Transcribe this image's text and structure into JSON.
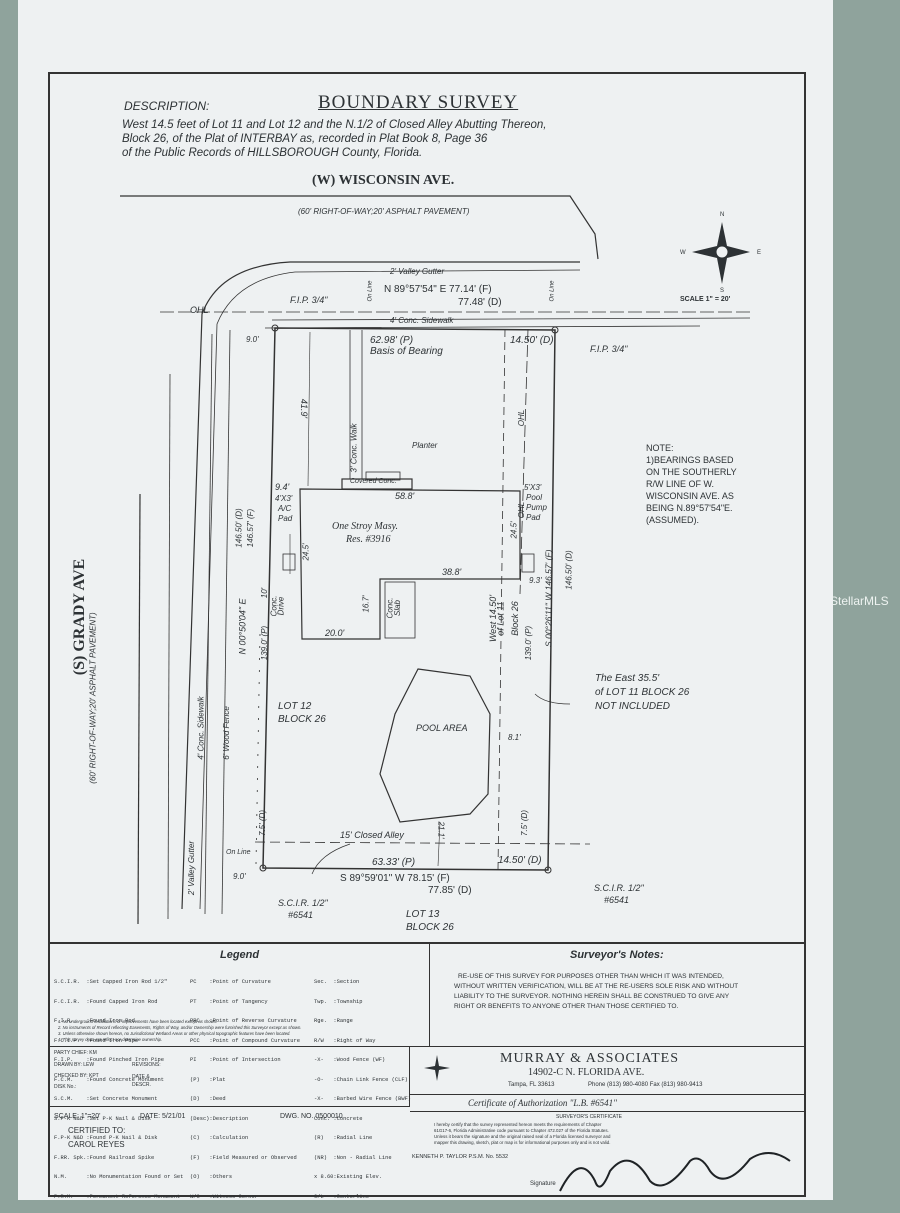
{
  "header": {
    "description_label": "DESCRIPTION:",
    "title": "BOUNDARY SURVEY",
    "legal_line1": "West 14.5 feet of Lot 11 and Lot 12 and the N.1/2 of Closed Alley Abutting Thereon,",
    "legal_line2": "Block 26, of the Plat of INTERBAY as, recorded in Plat Book 8, Page 36",
    "legal_line3": "of the Public Records of HILLSBOROUGH County, Florida."
  },
  "streets": {
    "wisconsin": "(W) WISCONSIN AVE.",
    "wisconsin_row": "(60' RIGHT-OF-WAY;20' ASPHALT PAVEMENT)",
    "valley_gutter_top": "2' Valley Gutter",
    "grady": "(S) GRADY AVE",
    "grady_row": "(60' RIGHT-OF-WAY;20' ASPHALT PAVEMENT)",
    "grady_sidewalk": "4' Conc. Sidewalk",
    "grady_gutter": "2' Valley Gutter"
  },
  "compass": {
    "n": "N",
    "s": "S",
    "e": "E",
    "w": "W",
    "scale": "SCALE 1\" = 20'"
  },
  "plan": {
    "north_bearing": "N 89°57'54\" E  77.14' (F)",
    "north_dist_d": "77.48' (D)",
    "fip_left": "F.I.P. 3/4\"",
    "fip_right": "F.I.P. 3/4\"",
    "on_line_top": "On Line",
    "on_line_top2": "On Line",
    "ohl": "OHL",
    "sidewalk_top": "4' Conc. Sidewalk",
    "dim_9_0_top": "9.0'",
    "dim_6298": "62.98' (P)",
    "basis": "Basis of Bearing",
    "dim_1450_top": "14.50' (D)",
    "dim_41_9": "41.9'",
    "conc_walk": "3' Conc. Walk",
    "planter": "Planter",
    "covered_conc": "Covered Conc.",
    "dim_9_4": "9.4'",
    "ac_pad": "4'X3'",
    "ac_pad2": "A/C",
    "ac_pad3": "Pad",
    "dim_58_8": "58.8'",
    "pump_pad": "5'X3'",
    "pump_pad2": "Pool",
    "pump_pad3": "Pump",
    "pump_pad4": "Pad",
    "house1": "One Stroy Masy.",
    "house2": "Res. #3916",
    "dim_24_5a": "24.5'",
    "dim_24_5b": "24.5'",
    "dim_38_8": "38.8'",
    "dim_9_3": "9.3'",
    "drive1": "10'",
    "drive2": "Conc.",
    "drive3": "Drive",
    "dim_16_7": "16.7'",
    "conc_slab1": "Conc.",
    "conc_slab2": "Slab",
    "dim_20_0": "20.0'",
    "west_bearing": "N 00°50'04\" E",
    "west_d": "146.50' (D)",
    "west_f": "146.57' (F)",
    "west_p": "139.0' (P)",
    "east_bearing": "S 00°26'11\" W  146.57' (F)",
    "east_d": "146.50' (D)",
    "east_p": "139.0' (P)",
    "west1450_1": "West 14.50'",
    "west1450_2": "of Lot 11",
    "west1450_3": "Block 26",
    "ohl_v1": "OHL",
    "ohl_v2": "OHL",
    "lot12_1": "LOT 12",
    "lot12_2": "BLOCK 26",
    "pool": "POOL AREA",
    "dim_8_1": "8.1'",
    "wood_fence": "6' Wood Fence",
    "dim_21_1": "21.1'",
    "dim_7_5_l": "7.5' (D)",
    "dim_7_5_r": "7.5' (D)",
    "closed_alley": "15' Closed Alley",
    "on_line_bottom": "On Line",
    "dim_9_0_bottom": "9.0'",
    "dim_6333": "63.33' (P)",
    "dim_1450_bottom": "14.50' (D)",
    "south_bearing": "S 89°59'01\" W  78.15' (F)",
    "south_d": "77.85' (D)",
    "scir_left1": "S.C.I.R. 1/2\"",
    "scir_left2": "#6541",
    "scir_right1": "S.C.I.R. 1/2\"",
    "scir_right2": "#6541",
    "lot13_1": "LOT 13",
    "lot13_2": "BLOCK 26",
    "east_note1": "The East 35.5'",
    "east_note2": "of LOT 11 BLOCK 26",
    "east_note3": "NOT INCLUDED"
  },
  "note": {
    "title": "NOTE:",
    "lines": [
      "1)BEARINGS BASED",
      "ON THE SOUTHERLY",
      "R/W LINE OF W.",
      "WISCONSIN AVE. AS",
      "BEING N.89°57'54\"E.",
      "(ASSUMED)."
    ]
  },
  "legend": {
    "title": "Legend",
    "col1": [
      "S.C.I.R.  :Set Capped Iron Rod 1/2\"",
      "F.C.I.R.  :Found Capped Iron Rod",
      "F.I.R.    :Found Iron Rod",
      "F.C.I.P.  :Found Iron Pipe",
      "F.I.P.    :Found Pinched Iron Pipe",
      "F.C.M.    :Found Concrete Monument",
      "S.C.M.    :Set Concrete Monument",
      "S.P-K N&D :Set P-K Nail & Disk",
      "F.P-K N&D :Found P-K Nail & Disk",
      "F.RR. Spk.:Found Railroad Spike",
      "N.M.      :No Monumentation Found or Set",
      "P.R.M.    :Permanent Reference Monument"
    ],
    "col2": [
      "PC    :Point of Curvature",
      "PT    :Point of Tangency",
      "PRC   :Point of Reverse Curvature",
      "PCC   :Point of Compound Curvature",
      "PI    :Point of Intersection",
      "(P)   :Plat",
      "(D)   :Deed",
      "(Desc):Description",
      "(C)   :Calculation",
      "(F)   :Field Measured or Observed",
      "(O)   :Others",
      "W/C   :Witness Corner"
    ],
    "col3": [
      "Sec.  :Section",
      "Twp.  :Township",
      "Rge.  :Range",
      "R/W   :Right of Way",
      "-X-   :Wood Fence (WF)",
      "-O-   :Chain Link Fence (CLF)",
      "-X-   :Barbed Wire Fence (BWF)",
      "Conc. :Concrete",
      "(R)   :Radial Line",
      "(NR)  :Non - Radial Line",
      "x 8.60:Existing Elev.",
      "C/L   :Centerline"
    ]
  },
  "surveyor_notes": {
    "title": "Surveyor's Notes:",
    "reuse1": "RE-USE OF THIS SURVEY FOR PURPOSES OTHER THAN WHICH IT WAS INTENDED,",
    "reuse2": "WITHOUT WRITTEN VERIFICATION, WILL BE AT THE RE-USERS SOLE RISK AND WITHOUT",
    "reuse3": "LIABILITY TO THE SURVEYOR. NOTHING HEREIN SHALL BE CONSTRUED TO GIVE ANY",
    "reuse4": "RIGHT OR BENEFITS TO ANYONE OTHER THAN THOSE CERTIFIED TO.",
    "n1": "1. No underground installations or improvements have been located except as shown.",
    "n2": "2. No instruments of Record reflecting Easements, Rights of Way, and/or Ownership were furnished this Surveyor except as shown.",
    "n3": "3. Unless otherwise shown hereon, no Jurisdictional Wetland Areas or other physical topographic features have been located.",
    "n4": "4. This survey does not reflect nor determine ownership."
  },
  "titleblock": {
    "party_chief": "PARTY CHIEF: KM",
    "drawn_by": "DRAWN BY: LEW",
    "checked_by": "CHECKED BY: KPT",
    "disk_no": "DISK No.:",
    "revisions": "REVISIONS:",
    "date_col": "DATE &",
    "desc_col": "DESCR.",
    "scale": "SCALE: 1\"=20'",
    "date": "DATE: 5/21/01",
    "dwg": "DWG. NO. 0500010",
    "certified": "CERTIFIED TO:",
    "certified_name": "CAROL REYES",
    "firm": "MURRAY & ASSOCIATES",
    "address": "14902-C N. FLORIDA AVE.",
    "city": "Tampa, FL 33613",
    "phone": "Phone (813) 980-4080  Fax (813) 980-9413",
    "cert_auth": "Certificate of Authorization \"L.B. #6541\"",
    "cert_head": "SURVEYOR'S CERTIFICATE",
    "cert1": "I hereby certify that the survey represented hereon meets the requirements of Chapter",
    "cert2": "61G17-6, Florida Administrative code pursuant to Chapter 472.027 of the Florida Statutes.",
    "cert3": "Unless it bears the signature and the original raised seal of a Florida licensed surveyor and",
    "cert4": "mapper this drawing, sketch, plat or map is for informational purposes only and is not valid.",
    "surveyor": "KENNETH P. TAYLOR  P.S.M. No. 5532",
    "signature_label": "Signature"
  },
  "watermark": "StellarMLS"
}
